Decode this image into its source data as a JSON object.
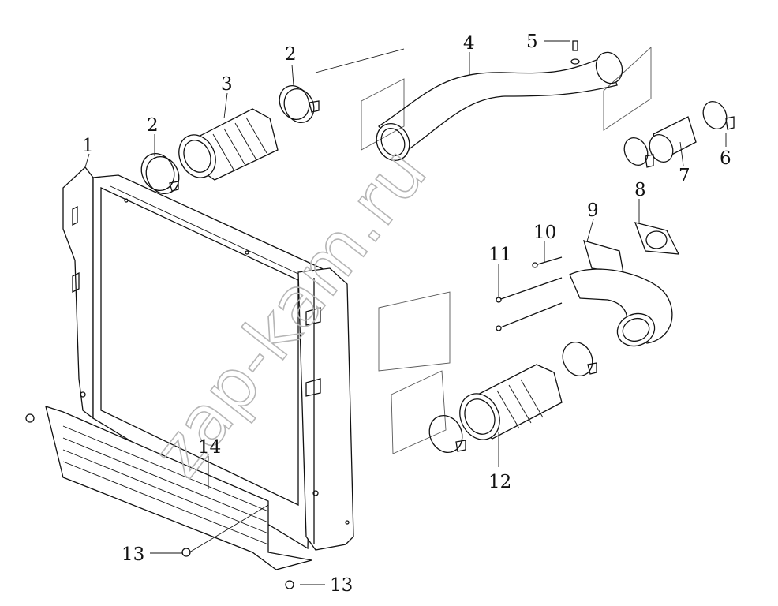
{
  "callouts": [
    "1",
    "2",
    "3",
    "4",
    "5",
    "6",
    "7",
    "8",
    "9",
    "10",
    "11",
    "12",
    "13",
    "14"
  ],
  "watermark": "zap-kam.ru",
  "colors": {
    "line": "#111111",
    "watermark": "#b5b5b5",
    "background": "#ffffff"
  }
}
